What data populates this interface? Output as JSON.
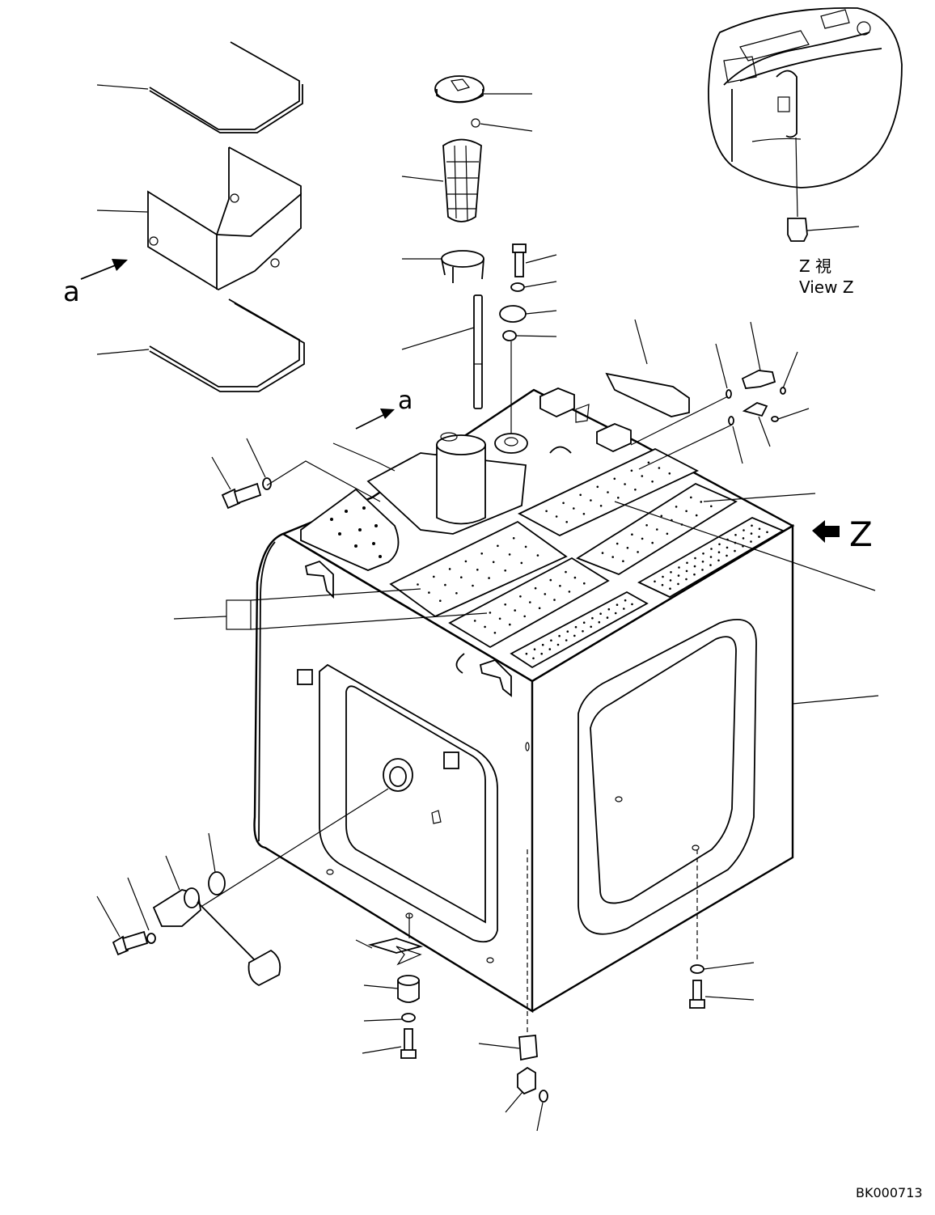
{
  "labels": {
    "section_a_left": "a",
    "section_a_top": "a",
    "view_arrow": "Z",
    "view_title_jp": "Z 視",
    "view_title_en": "View Z",
    "drawing_id": "BK000713"
  }
}
